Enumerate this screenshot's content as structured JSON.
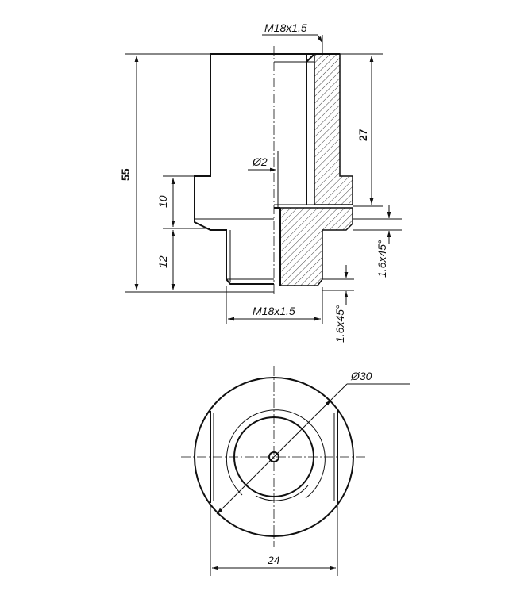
{
  "dimensions": {
    "overall_height": "55",
    "upper_section_height": "27",
    "collar_height": "10",
    "lower_section_height": "12",
    "upper_thread": "M18x1.5",
    "lower_thread": "M18x1.5",
    "bore_diameter": "Ø2",
    "chamfer_upper": "1.6x45°",
    "chamfer_lower": "1.6x45°",
    "outer_diameter": "Ø30",
    "across_flats": "24"
  },
  "colors": {
    "line": "#111111",
    "background": "#ffffff"
  }
}
